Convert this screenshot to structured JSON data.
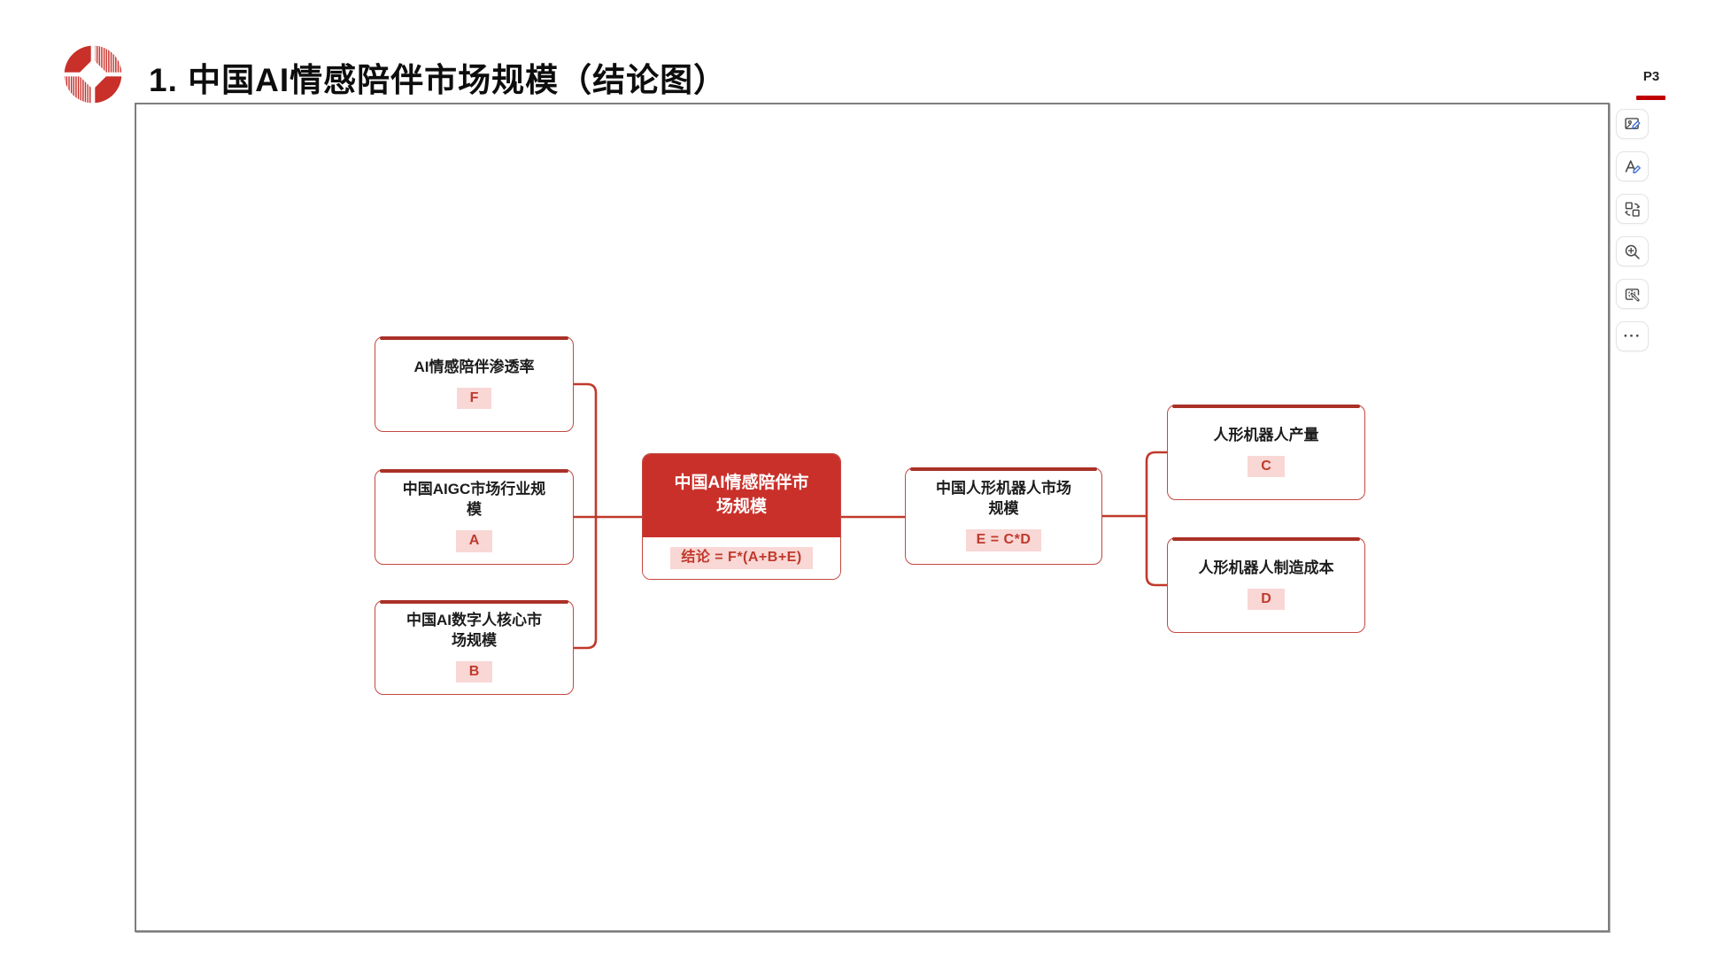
{
  "header": {
    "title": "1. 中国AI情感陪伴市场规模（结论图）",
    "page_number": "P3"
  },
  "toolbar": {
    "icons": [
      "image-edit",
      "text-edit",
      "swap-shape",
      "zoom-in",
      "smart-select",
      "more"
    ],
    "more_glyph": "···"
  },
  "diagram": {
    "root": {
      "label": "中国AI情感陪伴市\n场规模",
      "formula": "结论 = F*(A+B+E)"
    },
    "left_nodes": [
      {
        "label": "AI情感陪伴渗透率",
        "badge": "F"
      },
      {
        "label": "中国AIGC市场行业规\n模",
        "badge": "A"
      },
      {
        "label": "中国AI数字人核心市\n场规模",
        "badge": "B"
      }
    ],
    "robot_node": {
      "label": "中国人形机器人市场\n规模",
      "badge": "E = C*D"
    },
    "right_nodes": [
      {
        "label": "人形机器人产量",
        "badge": "C"
      },
      {
        "label": "人形机器人制造成本",
        "badge": "D"
      }
    ]
  },
  "colors": {
    "accent_red": "#c9302a",
    "line_red": "#c0392b",
    "badge_pink": "#f8d7d5",
    "page_underline_red": "#c00000",
    "canvas_border_gray": "#7d7d7d"
  }
}
